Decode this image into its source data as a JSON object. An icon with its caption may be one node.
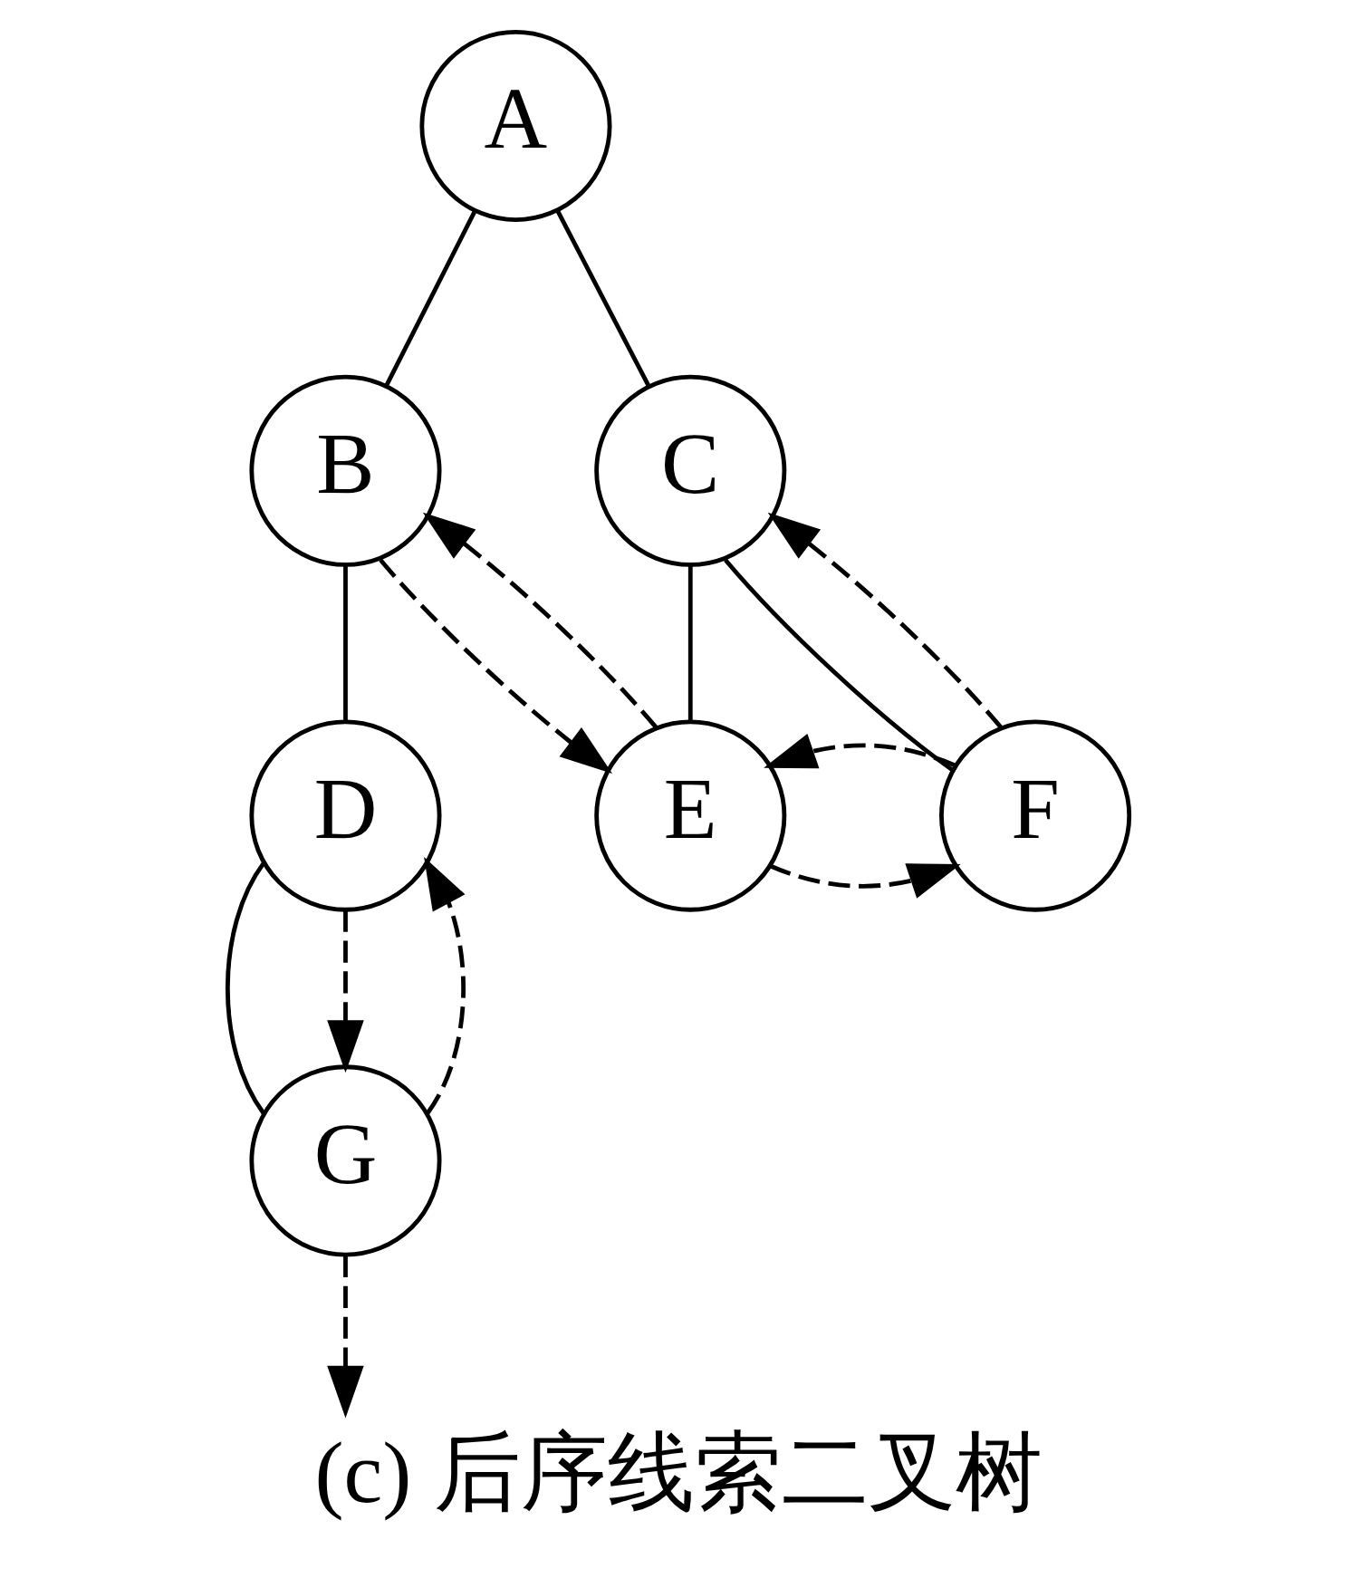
{
  "diagram": {
    "caption": "(c) 后序线索二叉树",
    "nodes": [
      {
        "text": [
          "A"
        ]
      },
      {
        "text": [
          "B"
        ]
      },
      {
        "text": [
          "C"
        ]
      },
      {
        "text": [
          "D"
        ]
      },
      {
        "text": [
          "E"
        ]
      },
      {
        "text": [
          "F"
        ]
      },
      {
        "text": [
          "G"
        ]
      }
    ],
    "edges": [
      {
        "from": 0,
        "to": 1,
        "arrow": "none"
      },
      {
        "from": 0,
        "to": 2,
        "arrow": "none"
      },
      {
        "from": 1,
        "to": 3,
        "arrow": "none"
      },
      {
        "from": 2,
        "to": 4,
        "arrow": "none"
      },
      {
        "from": 2,
        "to": 5,
        "arrow": "none"
      },
      {
        "from": 3,
        "to": 6,
        "arrow": "none"
      },
      {
        "from": 1,
        "to": 4,
        "arrow": "to",
        "style": "dashed"
      },
      {
        "from": 4,
        "to": 1,
        "arrow": "to",
        "style": "dashed"
      },
      {
        "from": 4,
        "to": 5,
        "arrow": "to",
        "style": "dashed"
      },
      {
        "from": 5,
        "to": 4,
        "arrow": "to",
        "style": "dashed"
      },
      {
        "from": 5,
        "to": 2,
        "arrow": "to",
        "style": "dashed"
      },
      {
        "from": 3,
        "to": 6,
        "arrow": "to",
        "style": "dashed"
      },
      {
        "from": 6,
        "to": 3,
        "arrow": "to",
        "style": "dashed"
      },
      {
        "from": 6,
        "to": null,
        "arrow": "to",
        "style": "dashed"
      }
    ]
  }
}
